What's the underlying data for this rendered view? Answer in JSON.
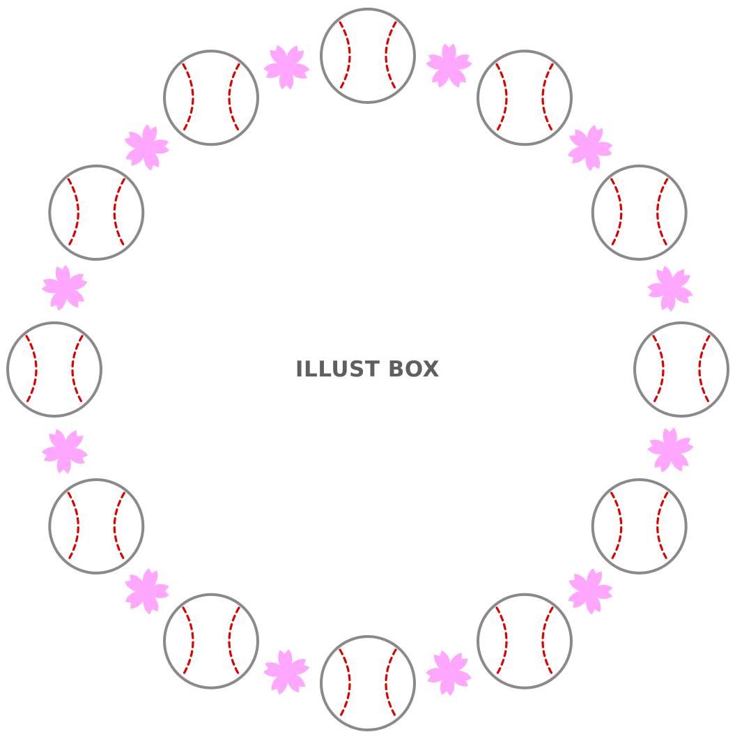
{
  "frame": {
    "type": "circular decorative frame",
    "ornaments": [
      {
        "kind": "baseball",
        "icon": "baseball-icon",
        "count": 12,
        "colors": {
          "outline": "#8a8a8a",
          "fill": "#ffffff",
          "stitches": "#e00000"
        }
      },
      {
        "kind": "cherry-blossom",
        "icon": "sakura-icon",
        "count": 12,
        "colors": {
          "petal": "#ffa6ff"
        }
      }
    ]
  },
  "watermark": {
    "text": "ILLUST BOX",
    "color": "#5f5f5f"
  }
}
